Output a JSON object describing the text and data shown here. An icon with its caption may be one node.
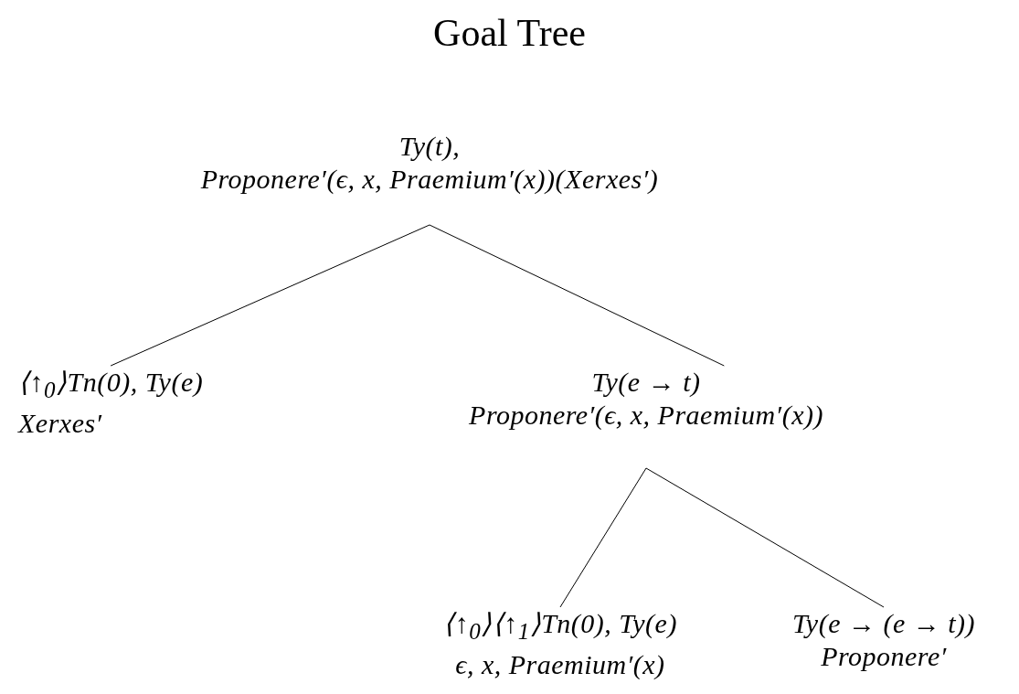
{
  "diagram": {
    "title": "Goal Tree",
    "nodes": [
      {
        "text": [
          "Ty(t),",
          "Proponere′(ϵ, x, Praemium′(x))(Xerxes′)"
        ]
      },
      {
        "text": [
          "⟨↑$_{0}$⟩Tn(0), Ty(e)",
          "Xerxes′"
        ]
      },
      {
        "text": [
          "Ty(e → t)",
          "Proponere′(ϵ, x, Praemium′(x))"
        ]
      },
      {
        "text": [
          "⟨↑$_{0}$⟩⟨↑$_{1}$⟩Tn(0), Ty(e)",
          "ϵ, x, Praemium′(x)"
        ]
      },
      {
        "text": [
          "Ty(e → (e → t))",
          "Proponere′"
        ]
      }
    ],
    "edges": [
      {
        "from": 0,
        "to": 1,
        "arrow": "none"
      },
      {
        "from": 0,
        "to": 2,
        "arrow": "none"
      },
      {
        "from": 2,
        "to": 3,
        "arrow": "none"
      },
      {
        "from": 2,
        "to": 4,
        "arrow": "none"
      }
    ]
  }
}
